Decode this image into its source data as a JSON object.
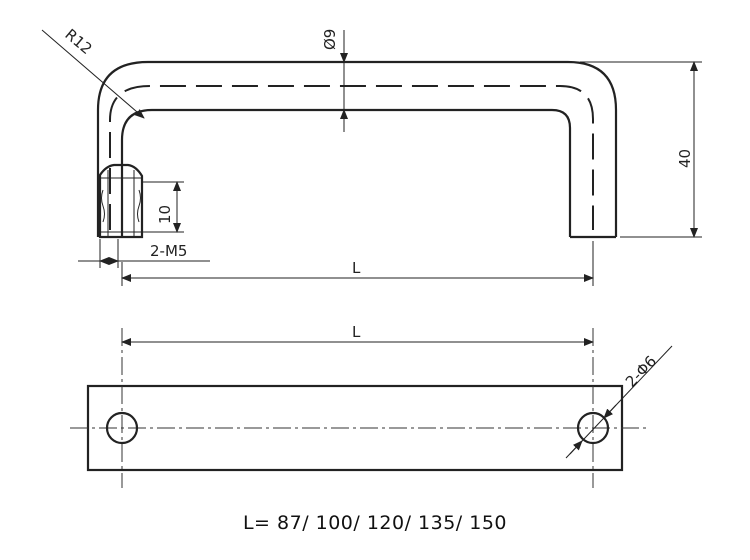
{
  "labels": {
    "radius": "R12",
    "diameter": "Ø9",
    "height": "40",
    "thread_depth": "10",
    "thread": "2-M5",
    "length_top": "L",
    "length_bottom": "L",
    "hole": "2-Φ6"
  },
  "caption": "L= 87/ 100/ 120/ 135/ 150"
}
